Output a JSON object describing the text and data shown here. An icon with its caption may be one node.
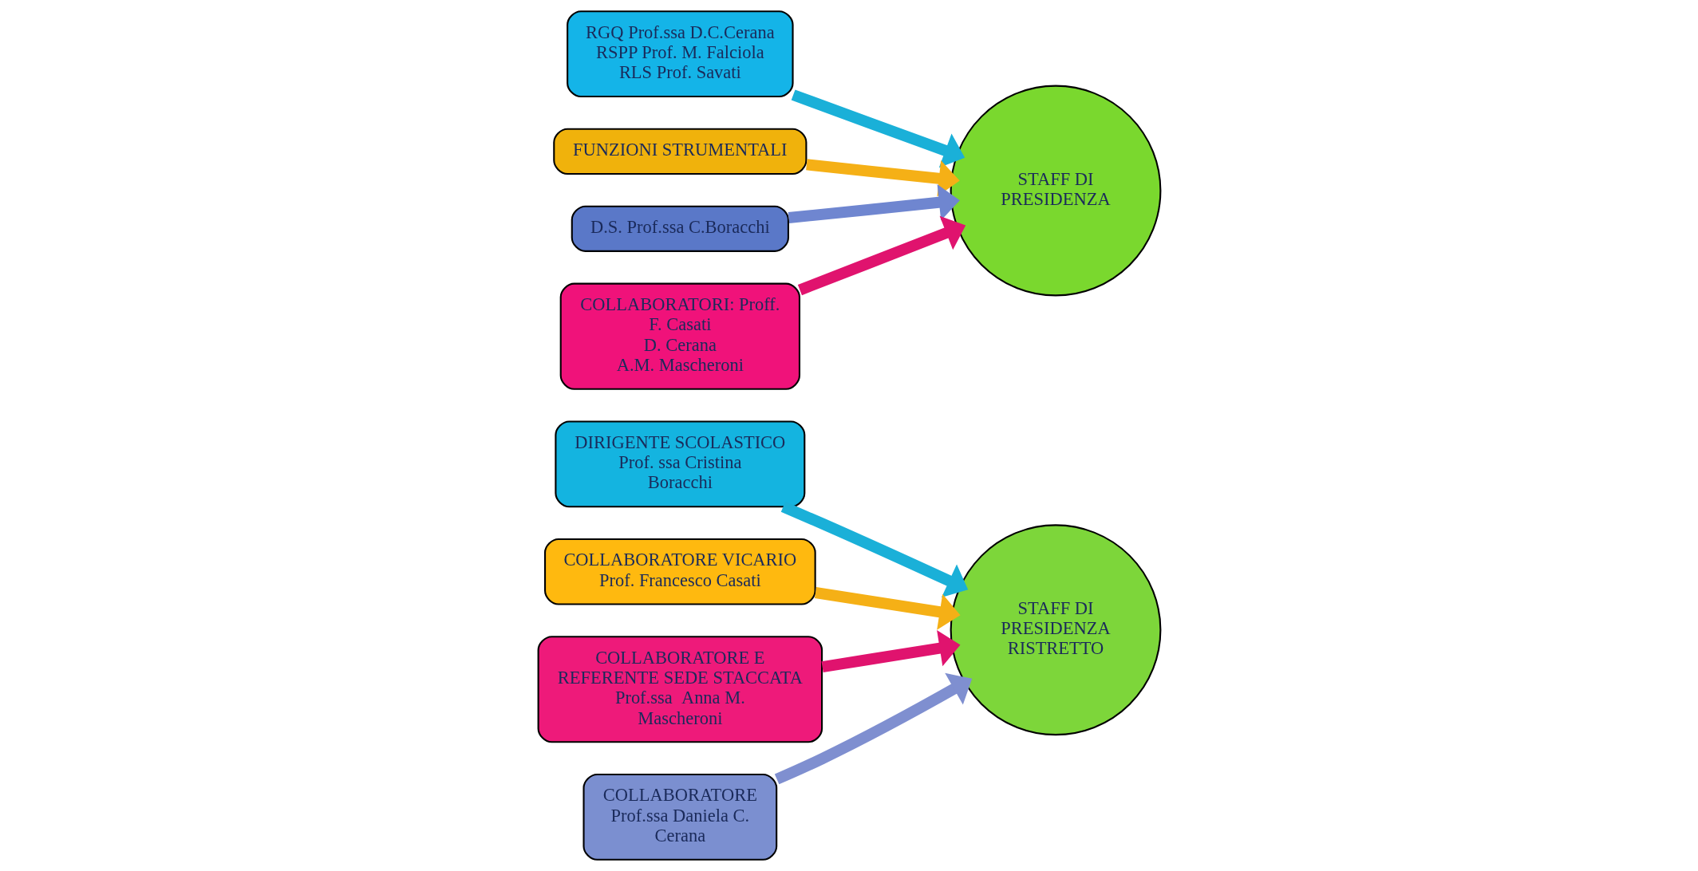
{
  "diagram": {
    "nodes": [
      {
        "text": [
          "DIRIGENTE SCOLASTICO",
          "Prof. ssa Cristina Boracchi"
        ]
      },
      {
        "text": [
          "COLLABORATORE VICARIO",
          "Prof. Francesco Casati"
        ]
      },
      {
        "text": [
          "COLLABORATORE E REFERENTE SEDE STACCATA",
          "Prof.ssa  Anna M. Mascheroni"
        ]
      },
      {
        "text": [
          "COLLABORATORE",
          "Prof.ssa Daniela C. Cerana"
        ]
      },
      {
        "text": [
          "STAFF DI PRESIDENZA RISTRETTO"
        ]
      },
      {
        "text": [
          "RGQ Prof.ssa D.C.Cerana",
          "RSPP Prof. M. Falciola",
          "RLS Prof. Savati"
        ]
      },
      {
        "text": [
          "FUNZIONI STRUMENTALI"
        ]
      },
      {
        "text": [
          "D.S. Prof.ssa C.Boracchi"
        ]
      },
      {
        "text": [
          "COLLABORATORI: Proff.",
          "F. Casati",
          "D. Cerana",
          "A.M. Mascheroni"
        ]
      },
      {
        "text": [
          "STAFF DI PRESIDENZA"
        ]
      }
    ],
    "edges": [
      {
        "from": 0,
        "to": 4,
        "arrow": "to",
        "color": "#1ab0d8"
      },
      {
        "from": 1,
        "to": 4,
        "arrow": "to",
        "color": "#f5b016"
      },
      {
        "from": 2,
        "to": 4,
        "arrow": "to",
        "color": "#e0136e"
      },
      {
        "from": 3,
        "to": 4,
        "arrow": "to",
        "color": "#7f8fd0"
      },
      {
        "from": 5,
        "to": 9,
        "arrow": "to",
        "color": "#1ab0d8"
      },
      {
        "from": 6,
        "to": 9,
        "arrow": "to",
        "color": "#f5b016"
      },
      {
        "from": 7,
        "to": 9,
        "arrow": "to",
        "color": "#6f86d0"
      },
      {
        "from": 8,
        "to": 9,
        "arrow": "to",
        "color": "#e0136e"
      }
    ]
  }
}
